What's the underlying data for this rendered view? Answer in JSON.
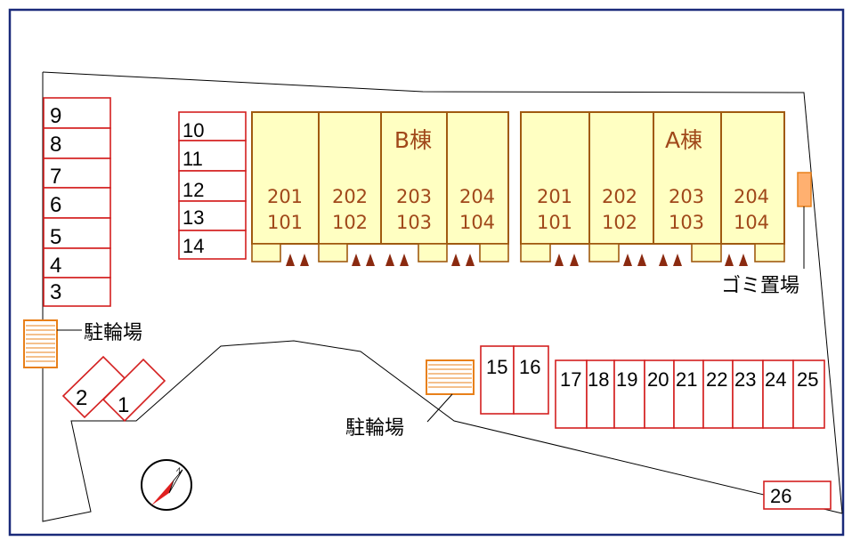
{
  "colors": {
    "frame": "#1a2a7a",
    "parking_stroke": "#d42020",
    "building_fill": "#ffffc2",
    "building_stroke": "#a05a10",
    "building_text": "#a0481a",
    "bike_area_stroke": "#e8801a",
    "garbage_fill": "#ffb070"
  },
  "buildings": [
    {
      "name": "B棟",
      "units": [
        {
          "upper": "201",
          "lower": "101"
        },
        {
          "upper": "202",
          "lower": "102"
        },
        {
          "upper": "203",
          "lower": "103"
        },
        {
          "upper": "204",
          "lower": "104"
        }
      ]
    },
    {
      "name": "A棟",
      "units": [
        {
          "upper": "201",
          "lower": "101"
        },
        {
          "upper": "202",
          "lower": "102"
        },
        {
          "upper": "203",
          "lower": "103"
        },
        {
          "upper": "204",
          "lower": "104"
        }
      ]
    }
  ],
  "parking": {
    "left_column": [
      "9",
      "8",
      "7",
      "6",
      "5",
      "4",
      "3"
    ],
    "middle_column": [
      "10",
      "11",
      "12",
      "13",
      "14"
    ],
    "diagonal": [
      "2",
      "1"
    ],
    "pair": [
      "15",
      "16"
    ],
    "row": [
      "17",
      "18",
      "19",
      "20",
      "21",
      "22",
      "23",
      "24",
      "25"
    ],
    "single": "26"
  },
  "labels": {
    "bicycle_parking_left": "駐輪場",
    "bicycle_parking_center": "駐輪場",
    "garbage_area": "ゴミ置場",
    "compass_north": "N"
  }
}
